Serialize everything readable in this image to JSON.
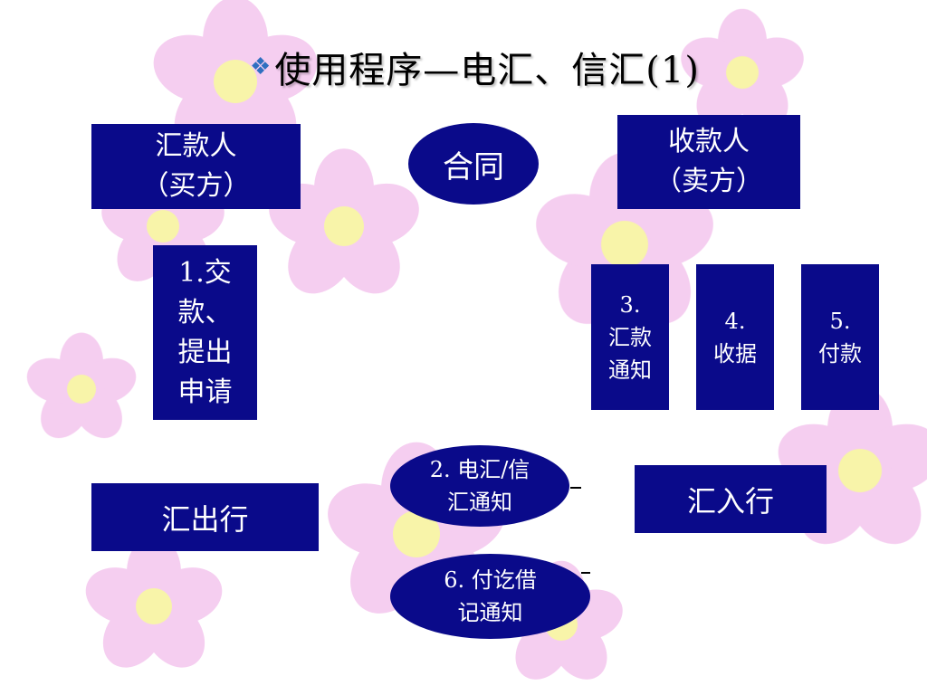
{
  "title": "使用程序—电汇、信汇(1)",
  "bullet_icon": "diamond-cluster-icon",
  "colors": {
    "box_fill": "#0a0a8a",
    "text": "#ffffff",
    "bullet": "#2f6fc0",
    "flower_pink": "#f4c6ee",
    "flower_center": "#f7f29a"
  },
  "nodes": {
    "remitter": "汇款人\n（买方）",
    "contract": "合同",
    "payee": "收款人\n（卖方）",
    "step1": "1.交\n款、\n提出\n申请",
    "step3": "3.\n汇款\n通知",
    "step4": "4.\n收据",
    "step5": "5.\n付款",
    "step2": "2. 电汇/信\n汇通知",
    "step6": "6. 付讫借\n记通知",
    "remitting_bank": "汇出行",
    "paying_bank": "汇入行"
  }
}
